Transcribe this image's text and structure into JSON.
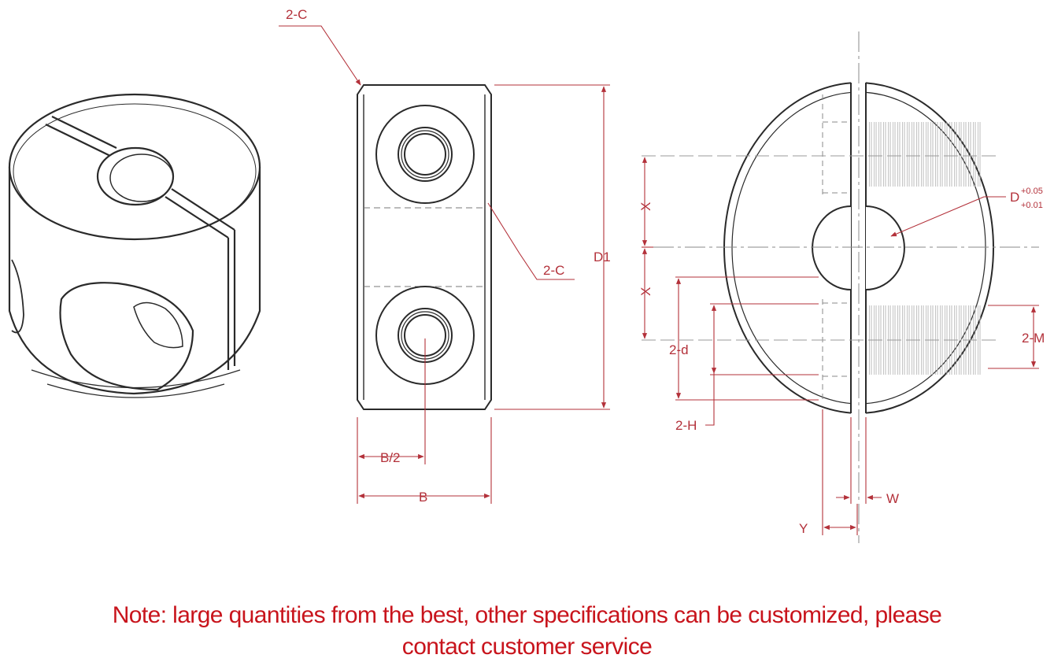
{
  "diagram": {
    "labels": {
      "chamfer_top": "2-C",
      "chamfer_side": "2-C",
      "d1": "D1",
      "b_half": "B/2",
      "b": "B",
      "x_upper": "X",
      "x_lower": "X",
      "counterbore": "2-d",
      "hole": "2-H",
      "thread": "2-M",
      "bore": "D",
      "bore_tol_upper": "+0.05",
      "bore_tol_lower": "+0.01",
      "slot_width": "W",
      "offset": "Y"
    },
    "colors": {
      "outline": "#2a2a2a",
      "dimension": "#b3313a",
      "note": "#c8141c"
    }
  },
  "note": {
    "line1": "Note: large quantities from the best, other specifications can be customized, please",
    "line2": "contact customer service"
  }
}
